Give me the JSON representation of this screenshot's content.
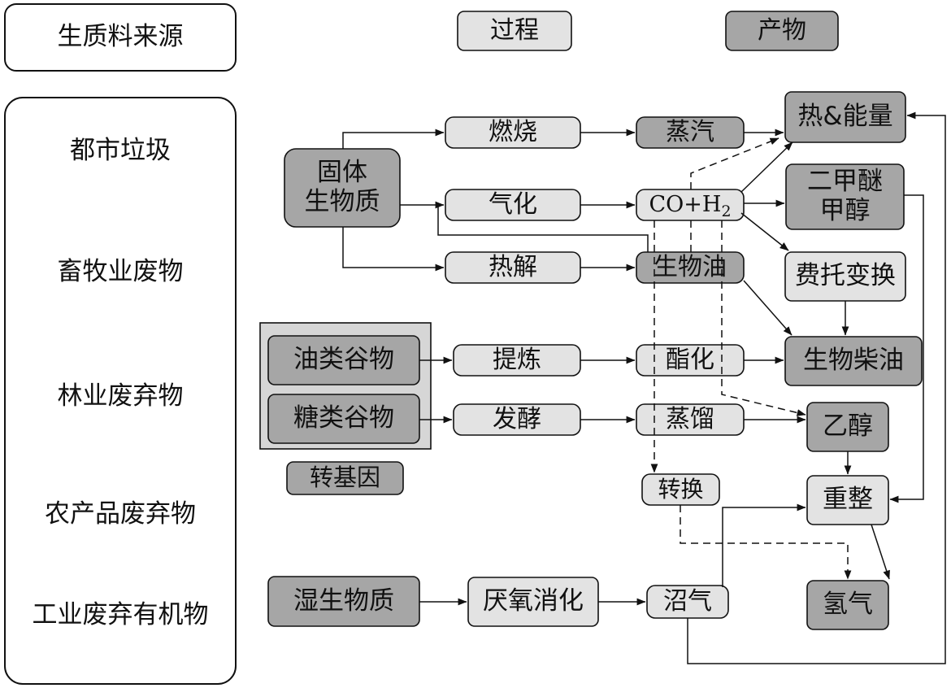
{
  "legend": {
    "source_header": "生质料来源",
    "process_header": "过程",
    "product_header": "产物"
  },
  "sources": [
    "都市垃圾",
    "畜牧业废物",
    "林业废弃物",
    "农产品废弃物",
    "工业废弃有机物"
  ],
  "feedstocks": {
    "solid_biomass_line1": "固体",
    "solid_biomass_line2": "生物质",
    "oil_crops": "油类谷物",
    "sugar_crops": "糖类谷物",
    "transgenic": "转基因",
    "wet_biomass": "湿生物质"
  },
  "processes": {
    "combustion": "燃烧",
    "gasification": "气化",
    "pyrolysis": "热解",
    "refining": "提炼",
    "fermentation": "发酵",
    "anaerobic_digestion": "厌氧消化"
  },
  "intermediates": {
    "steam": "蒸汽",
    "syngas_main": "CO+H",
    "syngas_subscript": "2",
    "bio_oil": "生物油",
    "esterification": "酯化",
    "distillation": "蒸馏",
    "conversion": "转换",
    "biogas": "沼气"
  },
  "products": {
    "heat_energy": "热&能量",
    "dme_line1": "二甲醚",
    "dme_line2": "甲醇",
    "fischer_tropsch": "费托变换",
    "biodiesel": "生物柴油",
    "ethanol": "乙醇",
    "reforming": "重整",
    "hydrogen": "氢气"
  },
  "colors": {
    "dark_fill": "#a6a6a6",
    "light_fill": "#e3e3e3",
    "group_fill": "#d6d6d6",
    "white_fill": "#ffffff",
    "stroke": "#111111"
  }
}
